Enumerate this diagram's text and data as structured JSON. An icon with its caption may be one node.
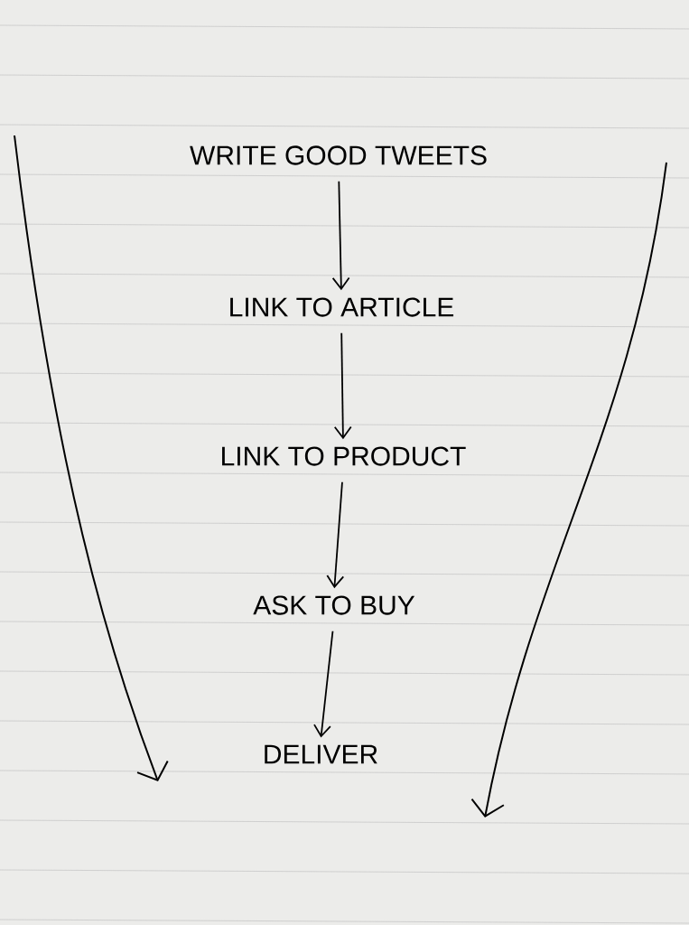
{
  "diagram": {
    "nodes": [
      {
        "text": [
          "WRITE GOOD TWEETS"
        ]
      },
      {
        "text": [
          "LINK TO ARTICLE"
        ]
      },
      {
        "text": [
          "LINK TO PRODUCT"
        ]
      },
      {
        "text": [
          "ASK TO BUY"
        ]
      },
      {
        "text": [
          "DELIVER"
        ]
      }
    ],
    "edges": [
      {
        "from": 0,
        "to": 1,
        "arrow": "to"
      },
      {
        "from": 1,
        "to": 2,
        "arrow": "to"
      },
      {
        "from": 2,
        "to": 3,
        "arrow": "to"
      },
      {
        "from": 3,
        "to": 4,
        "arrow": "to"
      }
    ]
  }
}
